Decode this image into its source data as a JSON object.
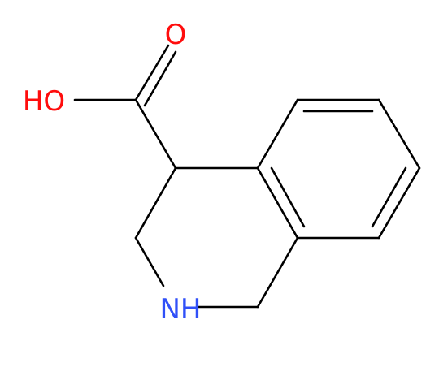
{
  "atoms": {
    "O_carbonyl": {
      "text": "O",
      "color": "#ff0d0d"
    },
    "O_hydroxyl": {
      "text": "HO",
      "color": "#ff0d0d"
    },
    "N_amine": {
      "text": "NH",
      "color": "#3050f8"
    }
  },
  "bond_color": "#000000"
}
